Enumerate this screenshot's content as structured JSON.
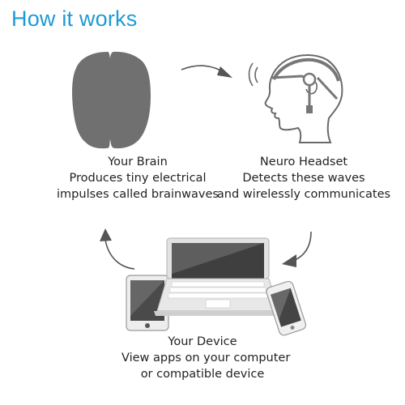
{
  "title": "How it works",
  "brain": {
    "icon": "brain-icon",
    "heading": "Your Brain",
    "line1": "Produces tiny electrical",
    "line2": "impulses called brainwaves"
  },
  "headset": {
    "icon": "head-with-headset-icon",
    "heading": "Neuro Headset",
    "line1": "Detects these waves",
    "line2": "and wirelessly communicates"
  },
  "device": {
    "icons": [
      "tablet-icon",
      "laptop-icon",
      "smartphone-icon"
    ],
    "heading": "Your Device",
    "line1": "View apps on your computer",
    "line2": "or compatible device"
  },
  "colors": {
    "title": "#1e9ad6",
    "icon_gray": "#707070",
    "arrow": "#555555"
  }
}
